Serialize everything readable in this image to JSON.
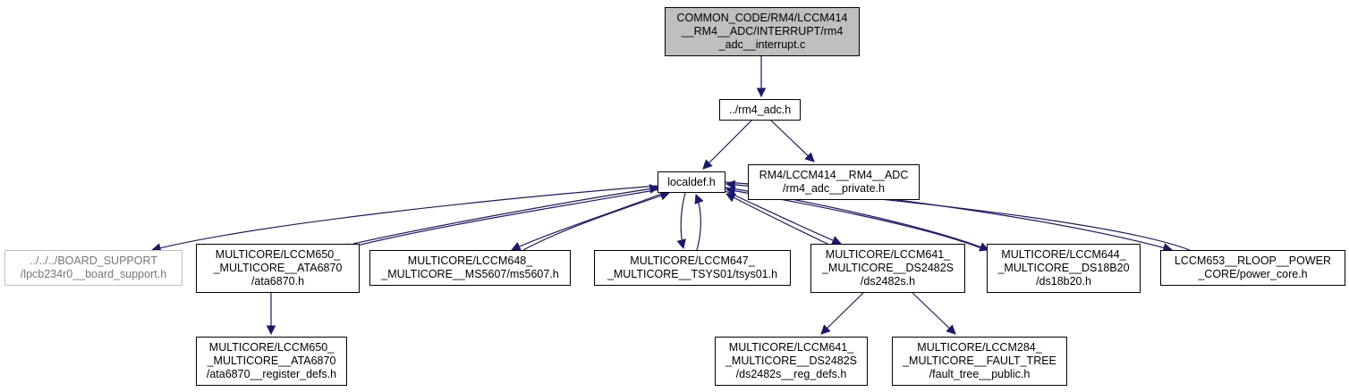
{
  "graph": {
    "nodes": [
      {
        "id": "root",
        "lines": [
          "COMMON_CODE/RM4/LCCM414",
          "__RM4__ADC/INTERRUPT/rm4",
          "_adc__interrupt.c"
        ],
        "kind": "root"
      },
      {
        "id": "rm4_adc",
        "lines": [
          "../rm4_adc.h"
        ],
        "kind": "normal"
      },
      {
        "id": "localdef",
        "lines": [
          "localdef.h"
        ],
        "kind": "normal"
      },
      {
        "id": "rm4_private",
        "lines": [
          "RM4/LCCM414__RM4__ADC",
          "/rm4_adc__private.h"
        ],
        "kind": "normal"
      },
      {
        "id": "board_support",
        "lines": [
          "../../../BOARD_SUPPORT",
          "/lpcb234r0__board_support.h"
        ],
        "kind": "external"
      },
      {
        "id": "ata6870",
        "lines": [
          "MULTICORE/LCCM650_",
          "_MULTICORE__ATA6870",
          "/ata6870.h"
        ],
        "kind": "normal"
      },
      {
        "id": "ms5607",
        "lines": [
          "MULTICORE/LCCM648_",
          "_MULTICORE__MS5607/ms5607.h"
        ],
        "kind": "normal"
      },
      {
        "id": "tsys01",
        "lines": [
          "MULTICORE/LCCM647_",
          "_MULTICORE__TSYS01/tsys01.h"
        ],
        "kind": "normal"
      },
      {
        "id": "ds2482s",
        "lines": [
          "MULTICORE/LCCM641_",
          "_MULTICORE__DS2482S",
          "/ds2482s.h"
        ],
        "kind": "normal"
      },
      {
        "id": "ds18b20",
        "lines": [
          "MULTICORE/LCCM644_",
          "_MULTICORE__DS18B20",
          "/ds18b20.h"
        ],
        "kind": "normal"
      },
      {
        "id": "power_core",
        "lines": [
          "LCCM653__RLOOP__POWER",
          "_CORE/power_core.h"
        ],
        "kind": "normal"
      },
      {
        "id": "ata6870_regs",
        "lines": [
          "MULTICORE/LCCM650_",
          "_MULTICORE__ATA6870",
          "/ata6870__register_defs.h"
        ],
        "kind": "normal"
      },
      {
        "id": "ds2482s_regs",
        "lines": [
          "MULTICORE/LCCM641_",
          "_MULTICORE__DS2482S",
          "/ds2482s__reg_defs.h"
        ],
        "kind": "normal"
      },
      {
        "id": "fault_tree",
        "lines": [
          "MULTICORE/LCCM284_",
          "_MULTICORE__FAULT_TREE",
          "/fault_tree__public.h"
        ],
        "kind": "normal"
      }
    ],
    "edges": [
      {
        "from": "root",
        "to": "rm4_adc"
      },
      {
        "from": "rm4_adc",
        "to": "localdef"
      },
      {
        "from": "rm4_adc",
        "to": "rm4_private"
      },
      {
        "from": "localdef",
        "to": "board_support"
      },
      {
        "from": "localdef",
        "to": "ata6870"
      },
      {
        "from": "localdef",
        "to": "ms5607"
      },
      {
        "from": "localdef",
        "to": "tsys01"
      },
      {
        "from": "localdef",
        "to": "ds2482s"
      },
      {
        "from": "localdef",
        "to": "ds18b20"
      },
      {
        "from": "localdef",
        "to": "power_core"
      },
      {
        "from": "ata6870",
        "to": "localdef"
      },
      {
        "from": "ms5607",
        "to": "localdef"
      },
      {
        "from": "tsys01",
        "to": "localdef"
      },
      {
        "from": "ds2482s",
        "to": "localdef"
      },
      {
        "from": "ds18b20",
        "to": "localdef"
      },
      {
        "from": "power_core",
        "to": "localdef"
      },
      {
        "from": "ata6870",
        "to": "ata6870_regs"
      },
      {
        "from": "ds2482s",
        "to": "ds2482s_regs"
      },
      {
        "from": "ds2482s",
        "to": "fault_tree"
      }
    ],
    "colors": {
      "edge": "#191970",
      "root_fill": "#bfbfbf",
      "external_border": "#bfbfbf"
    }
  }
}
